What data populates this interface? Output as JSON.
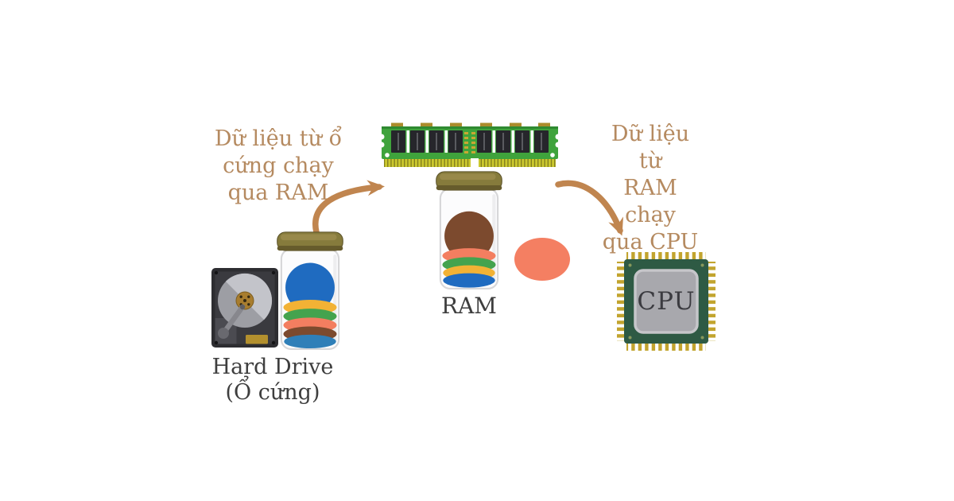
{
  "background": "#ffffff",
  "annotations": {
    "hd_to_ram": {
      "lines": [
        "Dữ liệu từ ổ",
        "cứng chạy",
        "qua RAM"
      ]
    },
    "ram_to_cpu": {
      "lines": [
        "Dữ liệu từ",
        "RAM chạy",
        "qua CPU"
      ]
    }
  },
  "nodes": {
    "hard_drive": {
      "label_line1": "Hard Drive",
      "label_line2": "(Ổ cứng)"
    },
    "ram": {
      "label": "RAM"
    },
    "cpu": {
      "label": "CPU"
    }
  },
  "palette": {
    "annotation_text": "#b58a60",
    "arrow": "#c0854f",
    "node_label_text": "#3e3e3e",
    "ram_pcb_green": "#3fa33c",
    "ram_pins_gold": "#cbc82f",
    "ram_chip_black": "#26262b",
    "cpu_board_green": "#2e5a44",
    "cpu_pins_gold": "#c2a42e",
    "cpu_die_gray": "#a8a8ad",
    "jar_lid_olive": "#867b3c",
    "jar_body_white": "#fcfcfd",
    "disc_blue": "#1f6bc0",
    "disc_teal_blue": "#2f7fb8",
    "disc_yellow": "#f2b235",
    "disc_green": "#44a34e",
    "disc_salmon": "#f37e60",
    "disc_brown": "#7c4a2e",
    "data_blob_salmon": "#f47f62",
    "hdd_body_dark": "#2d2d31",
    "hdd_platter_silver": "#aeafb5",
    "hdd_hub_gold": "#a87d2f"
  }
}
